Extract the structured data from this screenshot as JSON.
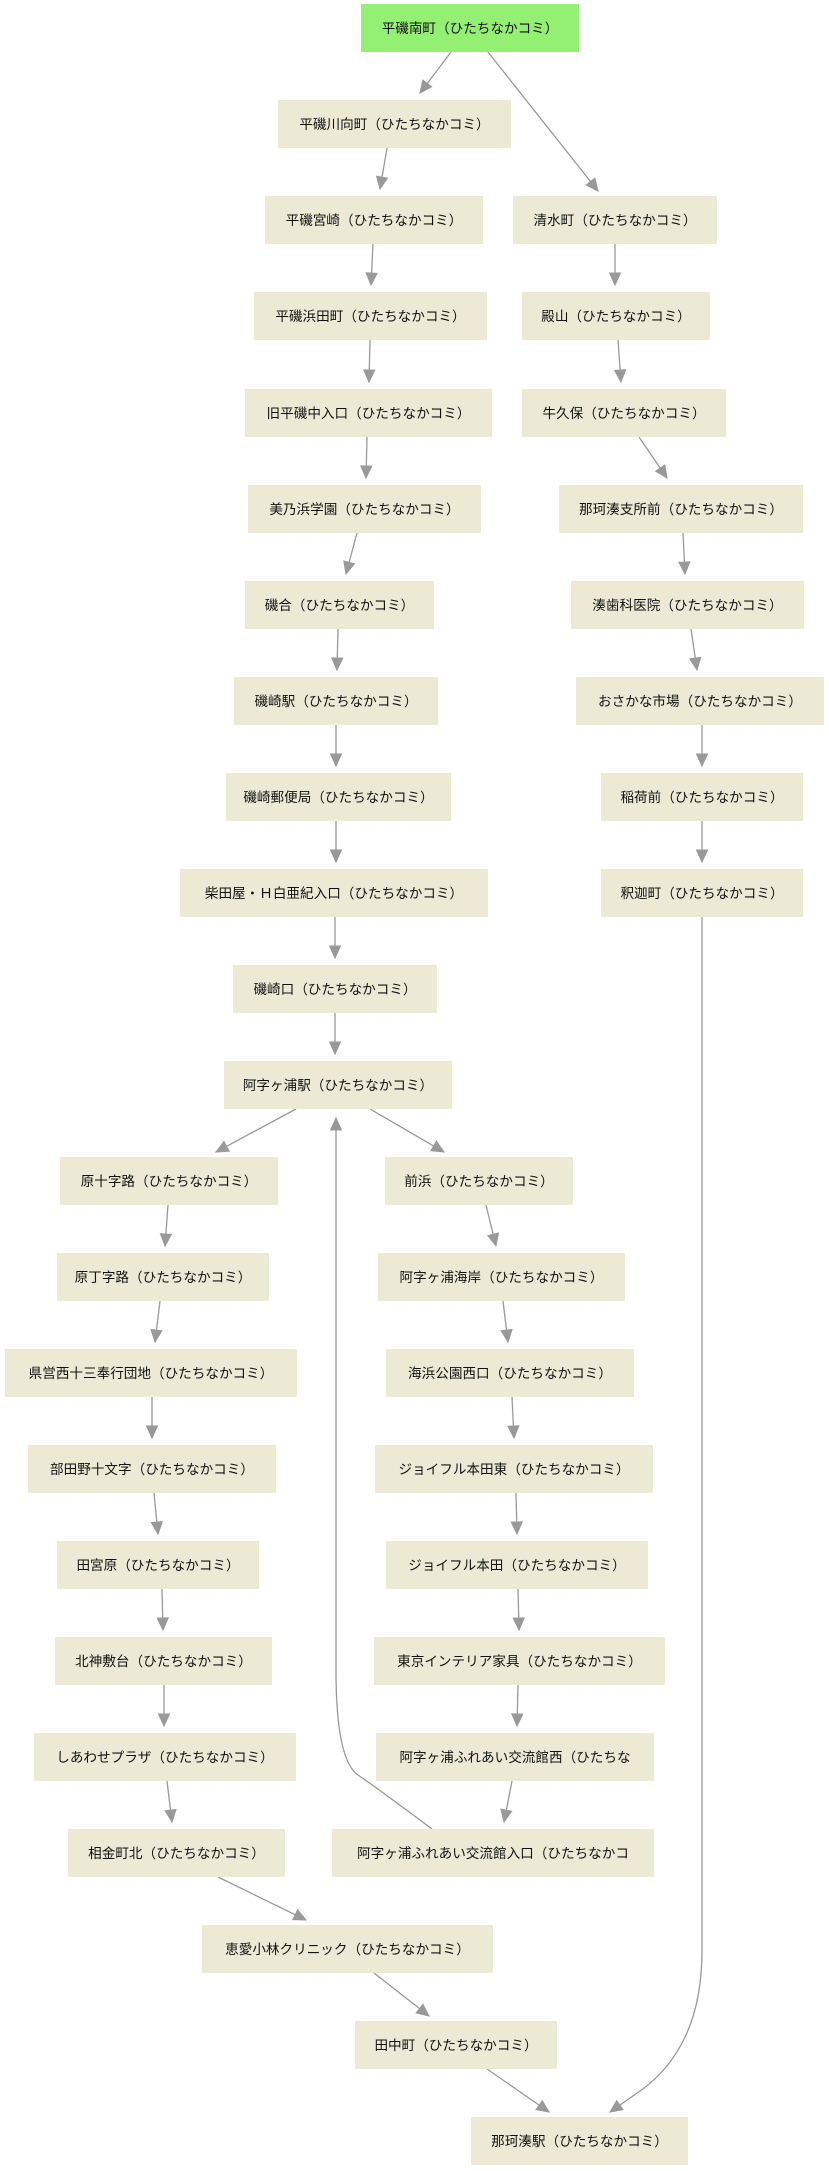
{
  "nodes": [
    {
      "id": "n01",
      "label": "平磯南町（ひたちなかコミ）",
      "start": true
    },
    {
      "id": "n02",
      "label": "平磯川向町（ひたちなかコミ）"
    },
    {
      "id": "n03",
      "label": "平磯宮崎（ひたちなかコミ）"
    },
    {
      "id": "n04",
      "label": "平磯浜田町（ひたちなかコミ）"
    },
    {
      "id": "n05",
      "label": "旧平磯中入口（ひたちなかコミ）"
    },
    {
      "id": "n06",
      "label": "美乃浜学園（ひたちなかコミ）"
    },
    {
      "id": "n07",
      "label": "磯合（ひたちなかコミ）"
    },
    {
      "id": "n08",
      "label": "磯崎駅（ひたちなかコミ）"
    },
    {
      "id": "n09",
      "label": "磯崎郵便局（ひたちなかコミ）"
    },
    {
      "id": "n10",
      "label": "柴田屋・Ｈ白亜紀入口（ひたちなかコミ）"
    },
    {
      "id": "n11",
      "label": "磯崎口（ひたちなかコミ）"
    },
    {
      "id": "n12",
      "label": "阿字ヶ浦駅（ひたちなかコミ）"
    },
    {
      "id": "n13",
      "label": "原十字路（ひたちなかコミ）"
    },
    {
      "id": "n14",
      "label": "原丁字路（ひたちなかコミ）"
    },
    {
      "id": "n15",
      "label": "県営西十三奉行団地（ひたちなかコミ）"
    },
    {
      "id": "n16",
      "label": "部田野十文字（ひたちなかコミ）"
    },
    {
      "id": "n17",
      "label": "田宮原（ひたちなかコミ）"
    },
    {
      "id": "n18",
      "label": "北神敷台（ひたちなかコミ）"
    },
    {
      "id": "n19",
      "label": "しあわせプラザ（ひたちなかコミ）"
    },
    {
      "id": "n20",
      "label": "相金町北（ひたちなかコミ）"
    },
    {
      "id": "n21",
      "label": "恵愛小林クリニック（ひたちなかコミ）"
    },
    {
      "id": "n22",
      "label": "田中町（ひたちなかコミ）"
    },
    {
      "id": "n23",
      "label": "那珂湊駅（ひたちなかコミ）"
    },
    {
      "id": "n24",
      "label": "前浜（ひたちなかコミ）"
    },
    {
      "id": "n25",
      "label": "阿字ヶ浦海岸（ひたちなかコミ）"
    },
    {
      "id": "n26",
      "label": "海浜公園西口（ひたちなかコミ）"
    },
    {
      "id": "n27",
      "label": "ジョイフル本田東（ひたちなかコミ）"
    },
    {
      "id": "n28",
      "label": "ジョイフル本田（ひたちなかコミ）"
    },
    {
      "id": "n29",
      "label": "東京インテリア家具（ひたちなかコミ）"
    },
    {
      "id": "n30",
      "label": "阿字ヶ浦ふれあい交流館西（ひたちな"
    },
    {
      "id": "n31",
      "label": "阿字ヶ浦ふれあい交流館入口（ひたちなかコ"
    },
    {
      "id": "n32",
      "label": "清水町（ひたちなかコミ）"
    },
    {
      "id": "n33",
      "label": "殿山（ひたちなかコミ）"
    },
    {
      "id": "n34",
      "label": "牛久保（ひたちなかコミ）"
    },
    {
      "id": "n35",
      "label": "那珂湊支所前（ひたちなかコミ）"
    },
    {
      "id": "n36",
      "label": "湊歯科医院（ひたちなかコミ）"
    },
    {
      "id": "n37",
      "label": "おさかな市場（ひたちなかコミ）"
    },
    {
      "id": "n38",
      "label": "稲荷前（ひたちなかコミ）"
    },
    {
      "id": "n39",
      "label": "釈迦町（ひたちなかコミ）"
    }
  ],
  "edges": [
    {
      "from": "n01",
      "to": "n02"
    },
    {
      "from": "n02",
      "to": "n03"
    },
    {
      "from": "n03",
      "to": "n04"
    },
    {
      "from": "n04",
      "to": "n05"
    },
    {
      "from": "n05",
      "to": "n06"
    },
    {
      "from": "n06",
      "to": "n07"
    },
    {
      "from": "n07",
      "to": "n08"
    },
    {
      "from": "n08",
      "to": "n09"
    },
    {
      "from": "n09",
      "to": "n10"
    },
    {
      "from": "n10",
      "to": "n11"
    },
    {
      "from": "n11",
      "to": "n12"
    },
    {
      "from": "n12",
      "to": "n13"
    },
    {
      "from": "n13",
      "to": "n14"
    },
    {
      "from": "n14",
      "to": "n15"
    },
    {
      "from": "n15",
      "to": "n16"
    },
    {
      "from": "n16",
      "to": "n17"
    },
    {
      "from": "n17",
      "to": "n18"
    },
    {
      "from": "n18",
      "to": "n19"
    },
    {
      "from": "n19",
      "to": "n20"
    },
    {
      "from": "n20",
      "to": "n21"
    },
    {
      "from": "n21",
      "to": "n22"
    },
    {
      "from": "n22",
      "to": "n23"
    },
    {
      "from": "n12",
      "to": "n24"
    },
    {
      "from": "n24",
      "to": "n25"
    },
    {
      "from": "n25",
      "to": "n26"
    },
    {
      "from": "n26",
      "to": "n27"
    },
    {
      "from": "n27",
      "to": "n28"
    },
    {
      "from": "n28",
      "to": "n29"
    },
    {
      "from": "n29",
      "to": "n30"
    },
    {
      "from": "n30",
      "to": "n31"
    },
    {
      "from": "n31",
      "to": "n12"
    },
    {
      "from": "n01",
      "to": "n32"
    },
    {
      "from": "n32",
      "to": "n33"
    },
    {
      "from": "n33",
      "to": "n34"
    },
    {
      "from": "n34",
      "to": "n35"
    },
    {
      "from": "n35",
      "to": "n36"
    },
    {
      "from": "n36",
      "to": "n37"
    },
    {
      "from": "n37",
      "to": "n38"
    },
    {
      "from": "n38",
      "to": "n39"
    },
    {
      "from": "n39",
      "to": "n23"
    }
  ],
  "colors": {
    "node_fill": "#ecead5",
    "start_fill": "#94f073",
    "edge": "#999999",
    "text": "#111111"
  }
}
